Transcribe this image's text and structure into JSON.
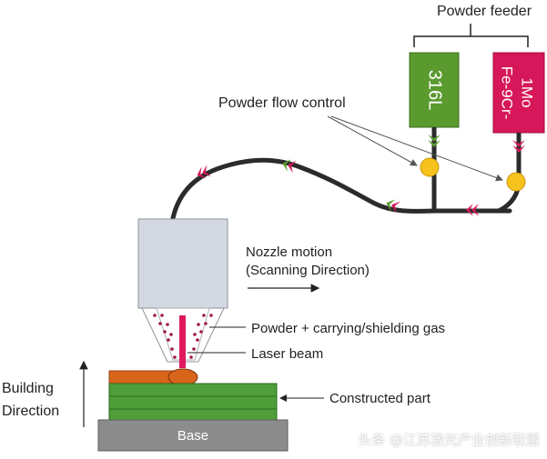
{
  "labels": {
    "powder_feeder": "Powder feeder",
    "feeder_316l": "316L",
    "feeder_fe9cr_line1": "Fe-9Cr-",
    "feeder_fe9cr_line2": "1Mo",
    "powder_flow_control": "Powder flow control",
    "nozzle_motion_line1": "Nozzle motion",
    "nozzle_motion_line2": "(Scanning Direction)",
    "powder_gas": "Powder + carrying/shielding gas",
    "laser_beam": "Laser beam",
    "building_line1": "Building",
    "building_line2": "Direction",
    "constructed_part": "Constructed part",
    "base": "Base"
  },
  "watermark": "头条 @江苏激光产业创新联盟",
  "colors": {
    "feeder_316l": "#5a9a2e",
    "feeder_fe9cr": "#d6175a",
    "valve": "#f7c21c",
    "tube": "#2b2b2b",
    "nozzle": "#d4d8e0",
    "laser": "#e0195e",
    "part": "#4f9e3a",
    "base": "#8c8c8c",
    "orange_layer": "#d9641b"
  }
}
